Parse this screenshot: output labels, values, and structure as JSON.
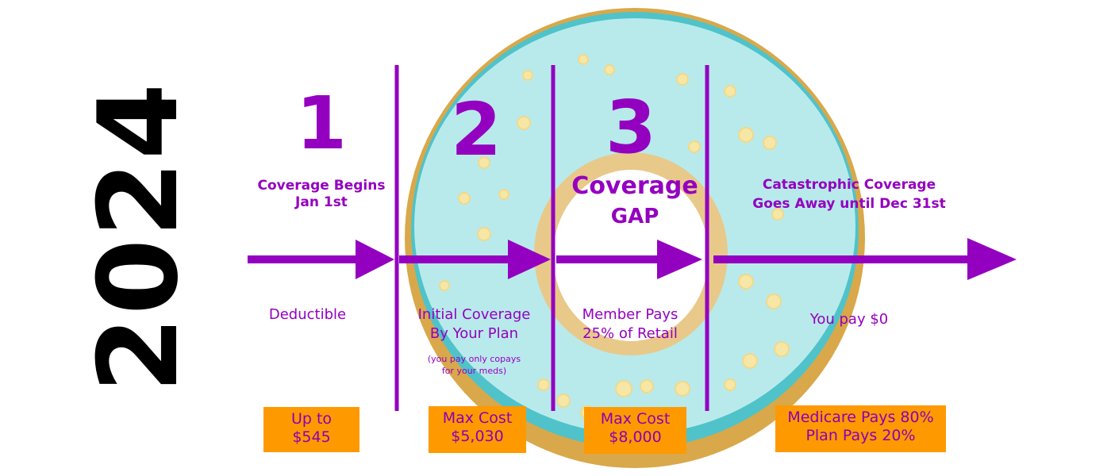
{
  "year": "2024",
  "stages": [
    {
      "number": "1",
      "title": "Coverage Begins\nJan 1st",
      "desc": "Deductible",
      "note": "",
      "box": [
        "Up to",
        "$545"
      ]
    },
    {
      "number": "2",
      "title": "",
      "desc": "Initial Coverage\nBy Your Plan",
      "note": "(you pay only copays\nfor your meds)",
      "box": [
        "Max Cost",
        "$5,030"
      ]
    },
    {
      "number": "3",
      "title": "Coverage",
      "title2": "GAP",
      "desc": "Member Pays\n25% of Retail",
      "note": "",
      "box": [
        "Max Cost",
        "$8,000"
      ]
    },
    {
      "number": "",
      "title": "Catastrophic Coverage\nGoes Away until Dec 31st",
      "desc": "You pay $0",
      "note": "",
      "box": [
        "Medicare Pays 80%",
        "Plan Pays 20%"
      ]
    }
  ],
  "colors": {
    "purple": "#9400c0",
    "orange": "#ff9900",
    "icing": "#b8eaec",
    "dough": "#e8c98a"
  }
}
